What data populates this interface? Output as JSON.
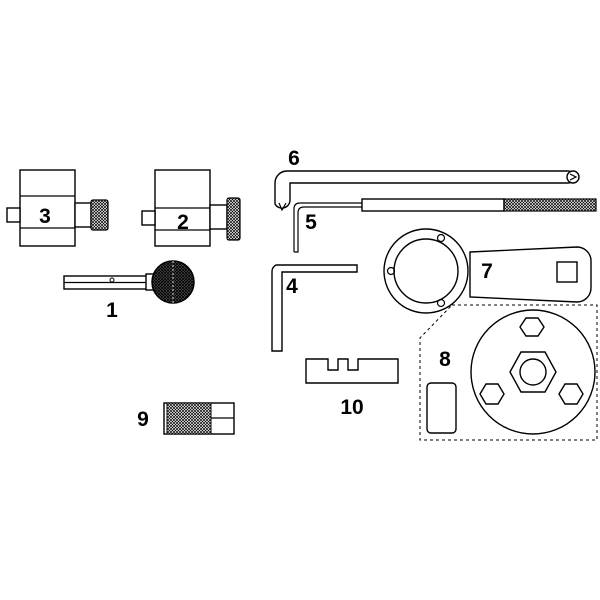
{
  "diagram": {
    "background": "#ffffff",
    "line_color": "#000000",
    "callouts": {
      "c1": "1",
      "c2": "2",
      "c3": "3",
      "c4": "4",
      "c5": "5",
      "c6": "6",
      "c7": "7",
      "c8": "8",
      "c9": "9",
      "c10": "10"
    }
  }
}
